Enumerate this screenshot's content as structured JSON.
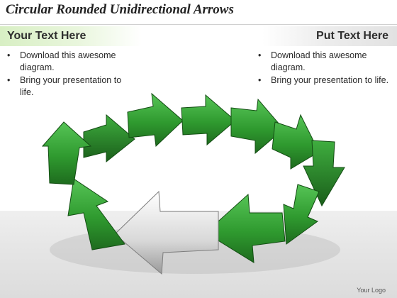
{
  "title": "Circular Rounded Unidirectional Arrows",
  "left_panel": {
    "heading": "Your Text Here",
    "bullets": [
      "Download this awesome diagram.",
      "Bring your presentation to life."
    ]
  },
  "right_panel": {
    "heading": "Put Text Here",
    "bullets": [
      "Download this awesome diagram.",
      "Bring your presentation to life."
    ]
  },
  "diagram": {
    "shape": "ring of arrows pointing one direction (clockwise)",
    "arrow_count": 11,
    "highlight_arrow_color": "silver",
    "arrow_color": "green",
    "colors": {
      "green_dark": "#1e6b1e",
      "green": "#2f9a2f",
      "green_light": "#56c456",
      "silver": "#d8d8d8",
      "silver_dark": "#9a9a9a"
    }
  },
  "logo": "Your Logo",
  "bullet_glyph": "•"
}
